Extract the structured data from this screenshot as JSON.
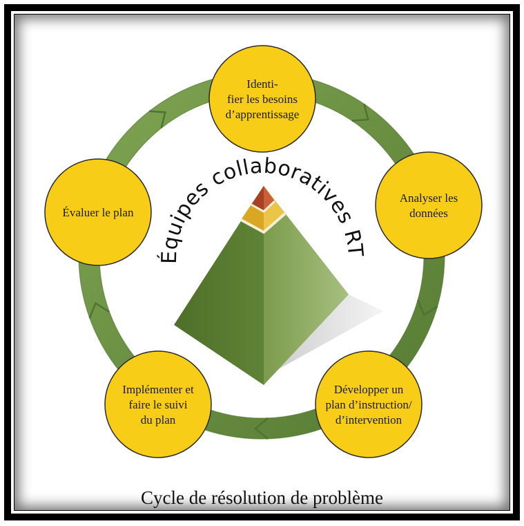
{
  "title_arc": "Équipes collaboratives RTI",
  "caption": "Cycle de résolution de problème",
  "nodes": [
    {
      "lines": [
        "Identi-",
        "fier les besoins",
        "d’apprentissage"
      ]
    },
    {
      "lines": [
        "Analyser les",
        "données"
      ]
    },
    {
      "lines": [
        "Développer un",
        "plan d’instruction/",
        "d’intervention"
      ]
    },
    {
      "lines": [
        "Implémenter et",
        "faire le suivi",
        "du plan"
      ]
    },
    {
      "lines": [
        "Évaluer le plan"
      ]
    }
  ],
  "colors": {
    "ring": "#6e9446",
    "ring_dark": "#4f7330",
    "node_fill": "#f7cd17",
    "node_stroke": "#2a2a2a",
    "pyramid_top": "#b34a2a",
    "pyramid_mid": "#e3b42a",
    "pyramid_base_left": "#56782f",
    "pyramid_base_right": "#89a85b"
  }
}
